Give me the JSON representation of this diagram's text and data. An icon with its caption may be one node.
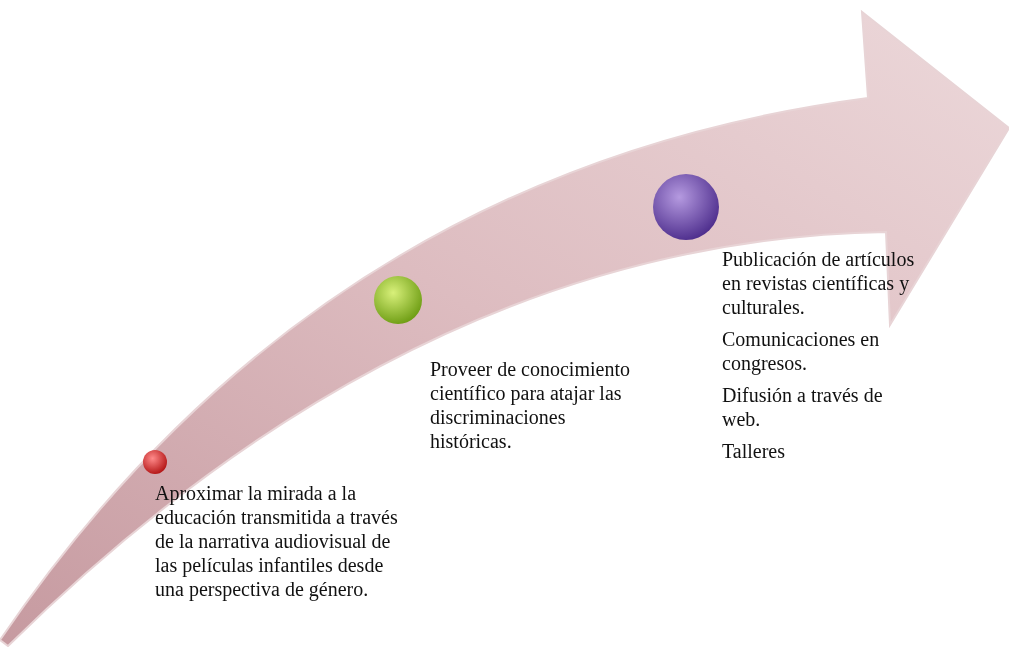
{
  "diagram": {
    "nodes": [
      {
        "text": [
          "Aproximar la mirada a la educación transmitida a través de la narrativa audiovisual de las películas infantiles desde una perspectiva de género."
        ]
      },
      {
        "text": [
          "Proveer de conocimiento científico para atajar las discriminaciones históricas."
        ]
      },
      {
        "text": [
          "Publicación de artículos en revistas científicas y culturales.",
          "Comunicaciones en congresos.",
          "Difusión a través de web.",
          "Talleres"
        ]
      }
    ]
  }
}
